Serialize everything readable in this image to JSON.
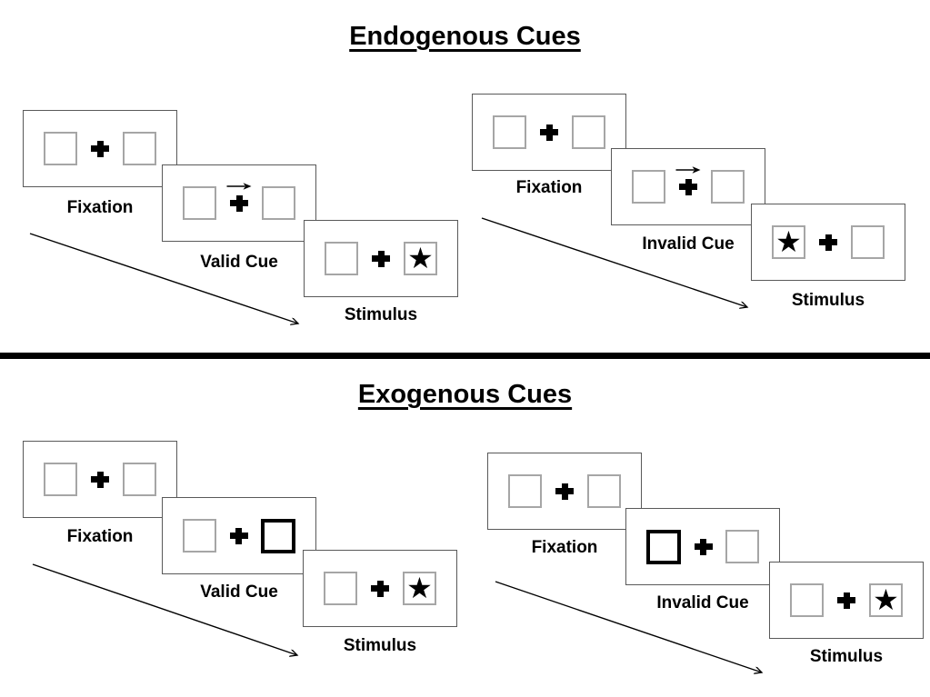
{
  "sections": [
    {
      "name": "endogenous",
      "title": "Endogenous Cues",
      "cue_style": "central-arrow",
      "panels": [
        {
          "name": "valid",
          "frames": [
            {
              "label": "Fixation",
              "content": "two-boxes-plus"
            },
            {
              "label": "Valid Cue",
              "content": "arrow-above-plus",
              "cue_direction": "right"
            },
            {
              "label": "Stimulus",
              "content": "star-target",
              "star_side": "right"
            }
          ]
        },
        {
          "name": "invalid",
          "frames": [
            {
              "label": "Fixation",
              "content": "two-boxes-plus"
            },
            {
              "label": "Invalid Cue",
              "content": "arrow-above-plus",
              "cue_direction": "right"
            },
            {
              "label": "Stimulus",
              "content": "star-target",
              "star_side": "left"
            }
          ]
        }
      ]
    },
    {
      "name": "exogenous",
      "title": "Exogenous Cues",
      "cue_style": "peripheral-box-highlight",
      "panels": [
        {
          "name": "valid",
          "frames": [
            {
              "label": "Fixation",
              "content": "two-boxes-plus"
            },
            {
              "label": "Valid Cue",
              "content": "highlighted-box",
              "cue_side": "right"
            },
            {
              "label": "Stimulus",
              "content": "star-target",
              "star_side": "right"
            }
          ]
        },
        {
          "name": "invalid",
          "frames": [
            {
              "label": "Fixation",
              "content": "two-boxes-plus"
            },
            {
              "label": "Invalid Cue",
              "content": "highlighted-box",
              "cue_side": "left"
            },
            {
              "label": "Stimulus",
              "content": "star-target",
              "star_side": "right"
            }
          ]
        }
      ]
    }
  ],
  "glyphs": {
    "star": "★"
  },
  "colors": {
    "background": "#ffffff",
    "ink": "#000000",
    "frame_border": "#595959",
    "box_border": "#a6a6a6"
  }
}
